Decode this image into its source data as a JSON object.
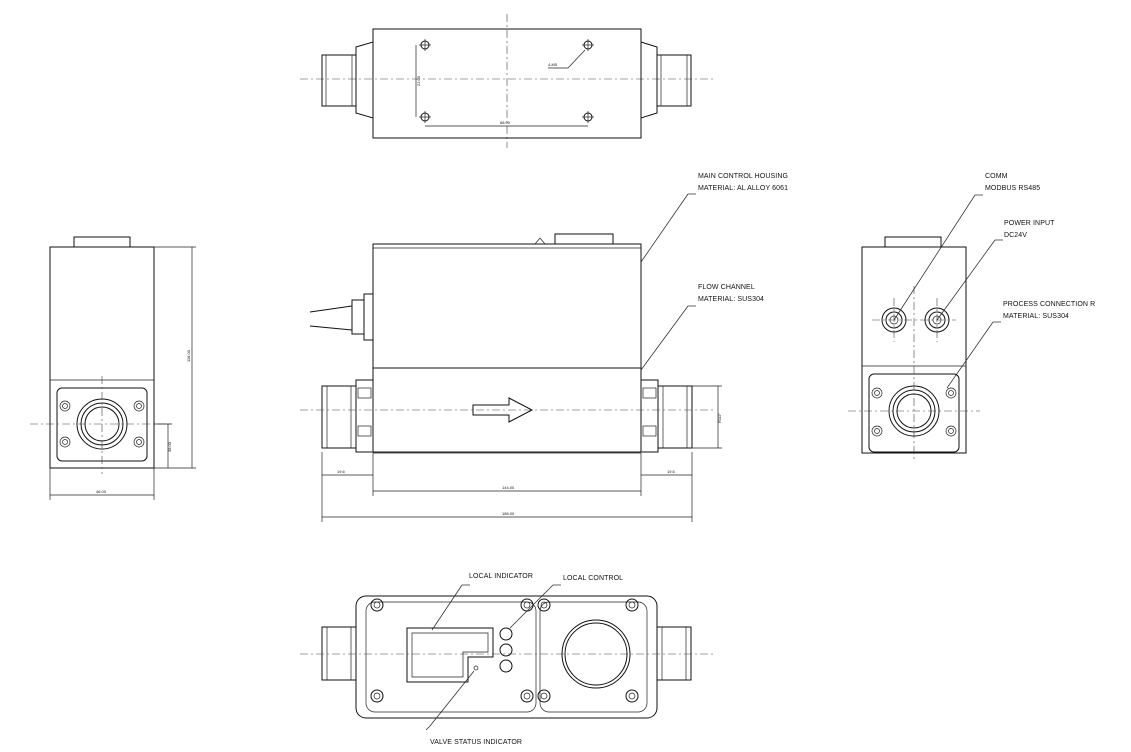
{
  "callouts": {
    "main_housing_1": "MAIN CONTROL HOUSING",
    "main_housing_2": "MATERIAL: AL ALLOY 6061",
    "flow_channel_1": "FLOW CHANNEL",
    "flow_channel_2": "MATERIAL: SUS304",
    "comm_1": "COMM",
    "comm_2": "MODBUS RS485",
    "power_1": "POWER INPUT",
    "power_2": "DC24V",
    "process_1": "PROCESS CONNECTION R",
    "process_2": "MATERIAL: SUS304",
    "local_indicator": "LOCAL INDICATOR",
    "local_control": "LOCAL CONTROL",
    "valve_status": "VALVE STATUS INDICATOR"
  },
  "dimensions": {
    "top_hole": "4-M5",
    "top_spacing_v": "22.00",
    "top_spacing_h": "68.00",
    "left_height": "118.00",
    "left_center": "38.00",
    "left_width": "46.00",
    "front_port_left": "19.6",
    "front_port_right": "19.6",
    "front_body": "144.00",
    "front_overall": "186.00",
    "front_port_dia": "R1/2\""
  }
}
